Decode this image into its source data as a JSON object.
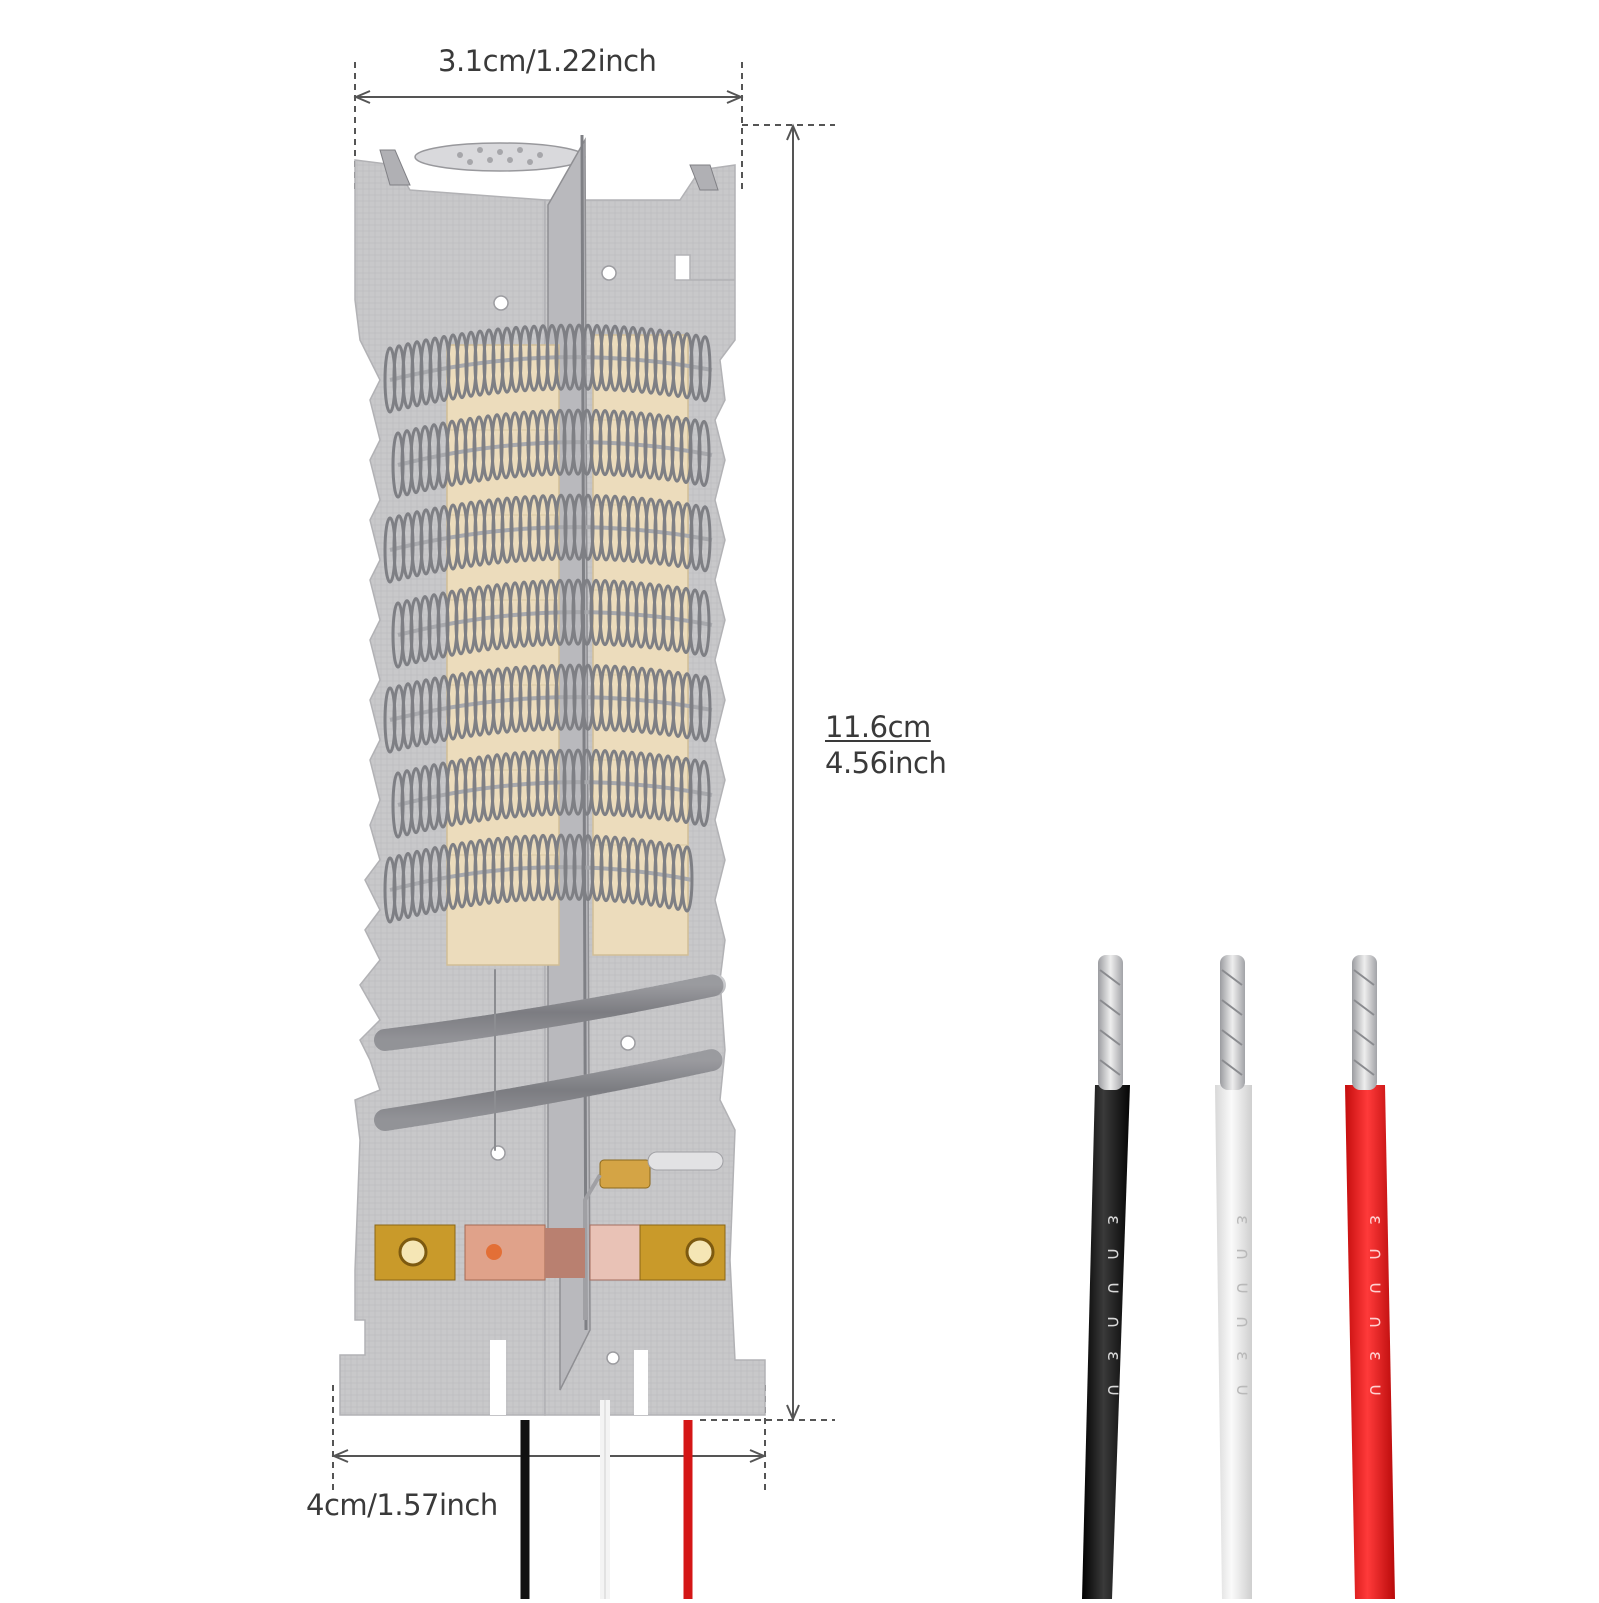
{
  "dimensions": {
    "width_top": "3.1cm/1.22inch",
    "height_cm": "11.6cm",
    "height_inch": "4.56inch",
    "width_bottom": "4cm/1.57inch"
  },
  "colors": {
    "background": "#ffffff",
    "mica_board": "#c6c6c8",
    "ceramic": "#ecdcbc",
    "coil": "#8e8f94",
    "terminal_brass": "#c99a2a",
    "wire_black": "#1a1a1a",
    "wire_white": "#ededed",
    "wire_red": "#e01a1a",
    "dimension_line": "#555555"
  },
  "wire_print": [
    "ε",
    "∩",
    "∪",
    "∩",
    "ε",
    "∪"
  ]
}
